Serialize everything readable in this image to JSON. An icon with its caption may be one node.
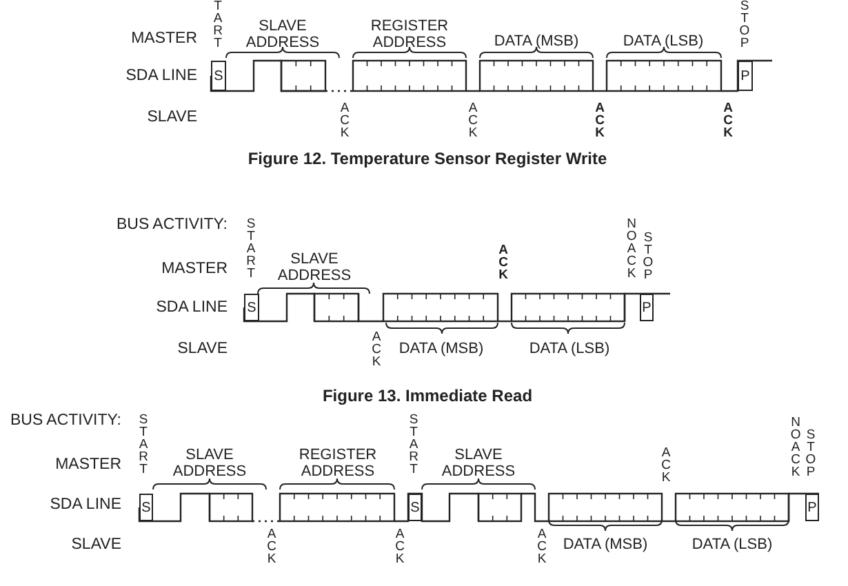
{
  "diagram": {
    "nodes": [
      {
        "text": [
          "S"
        ],
        "beside": [
          "TART"
        ]
      },
      {
        "text": [
          "P"
        ],
        "beside": [
          "STOP"
        ]
      },
      {
        "text": [
          "S"
        ],
        "beside": [
          "START"
        ]
      },
      {
        "text": [
          "P"
        ],
        "beside": [
          "STOP"
        ]
      },
      {
        "text": [
          "S"
        ],
        "beside": [
          "START"
        ]
      },
      {
        "text": [
          "S"
        ],
        "beside": [
          "START"
        ]
      },
      {
        "text": [
          "P"
        ],
        "beside": [
          "STOP"
        ]
      }
    ],
    "labels": [
      "MASTER",
      "SLAVE ADDRESS",
      "REGISTER ADDRESS",
      "DATA (MSB)",
      "DATA (LSB)",
      "SDA LINE",
      "SLAVE",
      "ACK",
      "ACK",
      "ACK",
      "ACK",
      "Figure 12. Temperature Sensor Register Write",
      "BUS ACTIVITY:",
      "NO ACK",
      "MASTER",
      "SLAVE ADDRESS",
      "ACK",
      "SDA LINE",
      "SLAVE",
      "ACK",
      "DATA (MSB)",
      "DATA (LSB)",
      "Figure 13. Immediate Read",
      "BUS ACTIVITY:",
      "NO ACK",
      "MASTER",
      "SLAVE ADDRESS",
      "REGISTER ADDRESS",
      "SLAVE ADDRESS",
      "ACK",
      "SDA LINE",
      "SLAVE",
      "ACK",
      "ACK",
      "ACK",
      "DATA (MSB)",
      "DATA (LSB)"
    ]
  }
}
